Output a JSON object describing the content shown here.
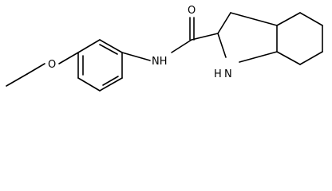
{
  "molecule": {
    "atoms": {
      "oxygen_ether": "O",
      "oxygen_carbonyl": "O",
      "amide_nh": "NH",
      "ring_nh": "H",
      "ring_n": "N"
    }
  },
  "colors": {
    "bond": "#000000",
    "label": "#000000",
    "background": "#ffffff"
  }
}
